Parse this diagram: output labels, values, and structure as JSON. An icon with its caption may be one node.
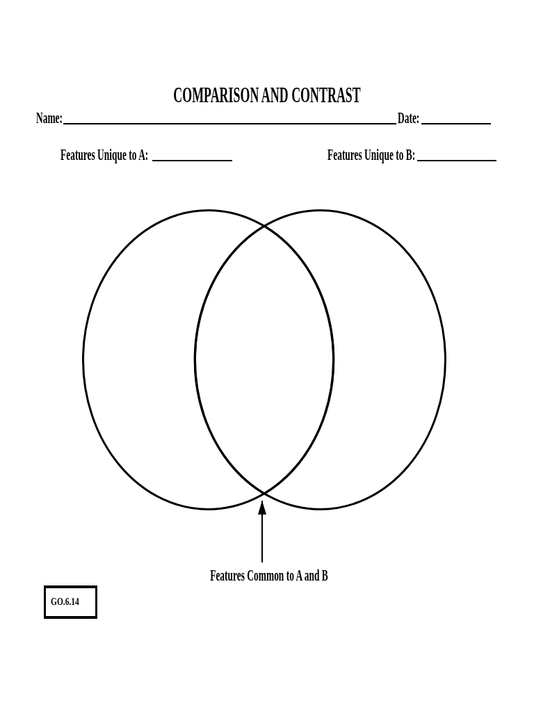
{
  "diagram": {
    "title": "COMPARISON AND CONTRAST",
    "nodes": [
      {
        "text": [],
        "shape": "circle"
      },
      {
        "text": [],
        "shape": "circle"
      },
      {
        "text": [],
        "shape": "lens"
      },
      {
        "text": [
          "Features Common to A and B"
        ]
      },
      {
        "text": [
          "GO.6.14"
        ]
      }
    ],
    "edges": [
      {
        "from": 3,
        "to": 2,
        "arrow": "to"
      }
    ],
    "labels": [
      "Name:",
      "Date:",
      "Features Unique to A:",
      "Features Unique to B:"
    ]
  }
}
